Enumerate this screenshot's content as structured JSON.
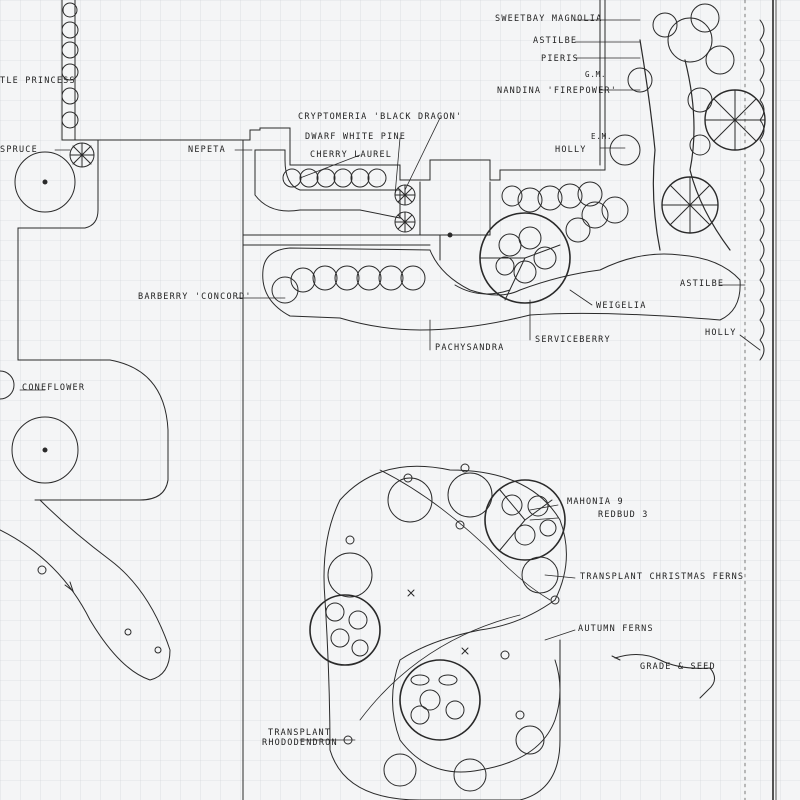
{
  "plant_labels": {
    "sweetbay_magnolia": "Sweetbay Magnolia",
    "astilbe_top": "Astilbe",
    "pieris": "Pieris",
    "gm": "G.M.",
    "nandina": "Nandina 'Firepower'",
    "em": "E.M.",
    "holly_top": "Holly",
    "tle_princess": "tle Princess",
    "spruce": "Spruce",
    "nepeta": "Nepeta",
    "cryptomeria": "Cryptomeria 'Black Dragon'",
    "dwarf_white_pine": "Dwarf White Pine",
    "cherry_laurel": "Cherry Laurel",
    "barberry": "Barberry 'Concord'",
    "pachysandra": "Pachysandra",
    "serviceberry": "Serviceberry",
    "weigelia": "Weigelia",
    "astilbe_right": "Astilbe",
    "holly_right": "Holly",
    "coneflower": "Coneflower",
    "mahonia": "Mahonia  9",
    "redbud": "Redbud  3",
    "transplant_ferns": "Transplant Christmas Ferns",
    "autumn_ferns": "Autumn Ferns",
    "grade_seed": "Grade & Seed",
    "transplant_rhodo_1": "Transplant",
    "transplant_rhodo_2": "Rhododendron"
  },
  "colors": {
    "paper": "#f4f5f6",
    "grid": "#c9cdd2",
    "ink": "#2a2a2a"
  }
}
